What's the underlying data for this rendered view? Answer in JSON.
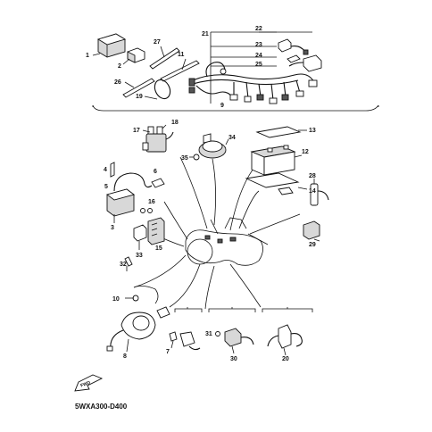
{
  "diagram_code": "5WXA300-D400",
  "fwd_label": "FWD",
  "callouts": {
    "c1": "1",
    "c2": "2",
    "c3": "3",
    "c4": "4",
    "c5": "5",
    "c6": "6",
    "c7": "7",
    "c8": "8",
    "c9": "9",
    "c10": "10",
    "c11": "11",
    "c12": "12",
    "c13": "13",
    "c14": "14",
    "c15": "15",
    "c16": "16",
    "c17": "17",
    "c18": "18",
    "c19": "19",
    "c20": "20",
    "c21": "21",
    "c22": "22",
    "c23": "23",
    "c24": "24",
    "c25": "25",
    "c26": "26",
    "c27": "27",
    "c28": "28",
    "c29": "29",
    "c30": "30",
    "c31": "31",
    "c32": "32",
    "c33": "33",
    "c34": "34",
    "c35": "35"
  }
}
